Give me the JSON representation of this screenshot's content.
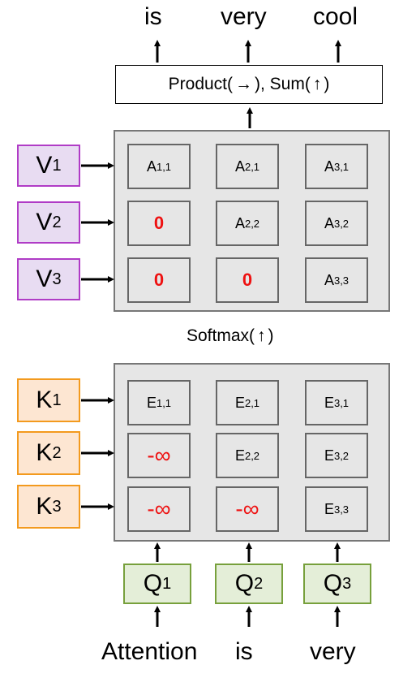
{
  "output_words": [
    "is",
    "very",
    "cool"
  ],
  "input_words": [
    "Attention",
    "is",
    "very"
  ],
  "operation_box": {
    "text_before": "Product(",
    "glyph_right": "→",
    "text_mid": "), Sum(",
    "glyph_up": "↑",
    "text_after": ")"
  },
  "softmax_label": {
    "text_before": "Softmax(",
    "glyph_up": "↑",
    "text_after": ")"
  },
  "values": [
    {
      "letter": "V",
      "index": "1"
    },
    {
      "letter": "V",
      "index": "2"
    },
    {
      "letter": "V",
      "index": "3"
    }
  ],
  "keys": [
    {
      "letter": "K",
      "index": "1"
    },
    {
      "letter": "K",
      "index": "2"
    },
    {
      "letter": "K",
      "index": "3"
    }
  ],
  "queries": [
    {
      "letter": "Q",
      "index": "1"
    },
    {
      "letter": "Q",
      "index": "2"
    },
    {
      "letter": "Q",
      "index": "3"
    }
  ],
  "attention_matrix": [
    [
      {
        "base": "A",
        "sub": "1,1"
      },
      {
        "base": "A",
        "sub": "2,1"
      },
      {
        "base": "A",
        "sub": "3,1"
      }
    ],
    [
      {
        "masked": "0"
      },
      {
        "base": "A",
        "sub": "2,2"
      },
      {
        "base": "A",
        "sub": "3,2"
      }
    ],
    [
      {
        "masked": "0"
      },
      {
        "masked": "0"
      },
      {
        "base": "A",
        "sub": "3,3"
      }
    ]
  ],
  "energy_matrix": [
    [
      {
        "base": "E",
        "sub": "1,1"
      },
      {
        "base": "E",
        "sub": "2,1"
      },
      {
        "base": "E",
        "sub": "3,1"
      }
    ],
    [
      {
        "masked": "-∞"
      },
      {
        "base": "E",
        "sub": "2,2"
      },
      {
        "base": "E",
        "sub": "3,2"
      }
    ],
    [
      {
        "masked": "-∞"
      },
      {
        "masked": "-∞"
      },
      {
        "base": "E",
        "sub": "3,3"
      }
    ]
  ],
  "colors": {
    "value_border": "#b03cc6",
    "key_border": "#f39a1e",
    "query_border": "#77a03c",
    "mask_text": "#ee1111"
  }
}
